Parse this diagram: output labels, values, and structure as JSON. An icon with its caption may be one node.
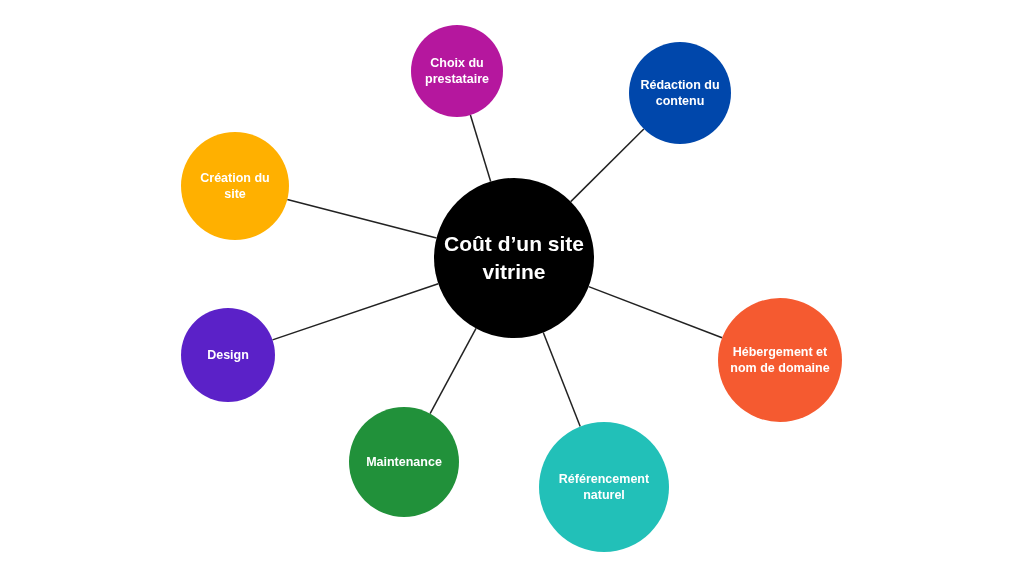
{
  "diagram": {
    "nodes": [
      {
        "text": [
          "Coût d’un site vitrine"
        ]
      },
      {
        "text": [
          "Choix du prestataire"
        ]
      },
      {
        "text": [
          "Rédaction du contenu"
        ]
      },
      {
        "text": [
          "Création du site"
        ]
      },
      {
        "text": [
          "Design"
        ]
      },
      {
        "text": [
          "Hébergement et nom de domaine"
        ]
      },
      {
        "text": [
          "Maintenance"
        ]
      },
      {
        "text": [
          "Référencement naturel"
        ]
      }
    ],
    "edges": [
      {
        "from": 0,
        "to": 1,
        "arrow": "none"
      },
      {
        "from": 0,
        "to": 2,
        "arrow": "none"
      },
      {
        "from": 0,
        "to": 3,
        "arrow": "none"
      },
      {
        "from": 0,
        "to": 4,
        "arrow": "none"
      },
      {
        "from": 0,
        "to": 5,
        "arrow": "none"
      },
      {
        "from": 0,
        "to": 6,
        "arrow": "none"
      },
      {
        "from": 0,
        "to": 7,
        "arrow": "none"
      }
    ]
  }
}
